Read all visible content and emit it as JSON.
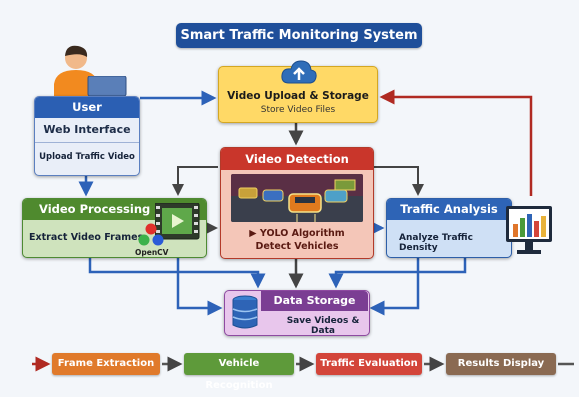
{
  "title": "Smart Traffic Monitoring System",
  "user": {
    "header": "User",
    "interface": "Web Interface",
    "action": "Upload Traffic Video"
  },
  "upload": {
    "title": "Video Upload & Storage",
    "subtitle": "Store Video Files"
  },
  "detection": {
    "title": "Video Detection",
    "line1": "YOLO Algorithm",
    "line2": "Detect Vehicles"
  },
  "processing": {
    "title": "Video Processing",
    "subtitle": "Extract Video Frames",
    "logo": "OpenCV"
  },
  "analysis": {
    "title": "Traffic Analysis",
    "subtitle": "Analyze Traffic Density"
  },
  "storage": {
    "title": "Data Storage",
    "subtitle": "Save Videos & Data"
  },
  "pipeline": [
    "Frame Extraction",
    "Vehicle Recognition",
    "Traffic Evaluation",
    "Results Display"
  ],
  "colors": {
    "user": "#2b5fb3",
    "upload": "#ffd966",
    "detection": "#c9362b",
    "processing": "#4f8a2e",
    "analysis": "#2e64b6",
    "storage": "#7b3e93",
    "pipeline": [
      "#e07a2b",
      "#5e9a3a",
      "#d3453a",
      "#8a6a52"
    ]
  },
  "icons": [
    "person-icon",
    "laptop-icon",
    "cloud-upload-icon",
    "film-strip-icon",
    "opencv-logo-icon",
    "database-icon",
    "monitor-chart-icon"
  ]
}
